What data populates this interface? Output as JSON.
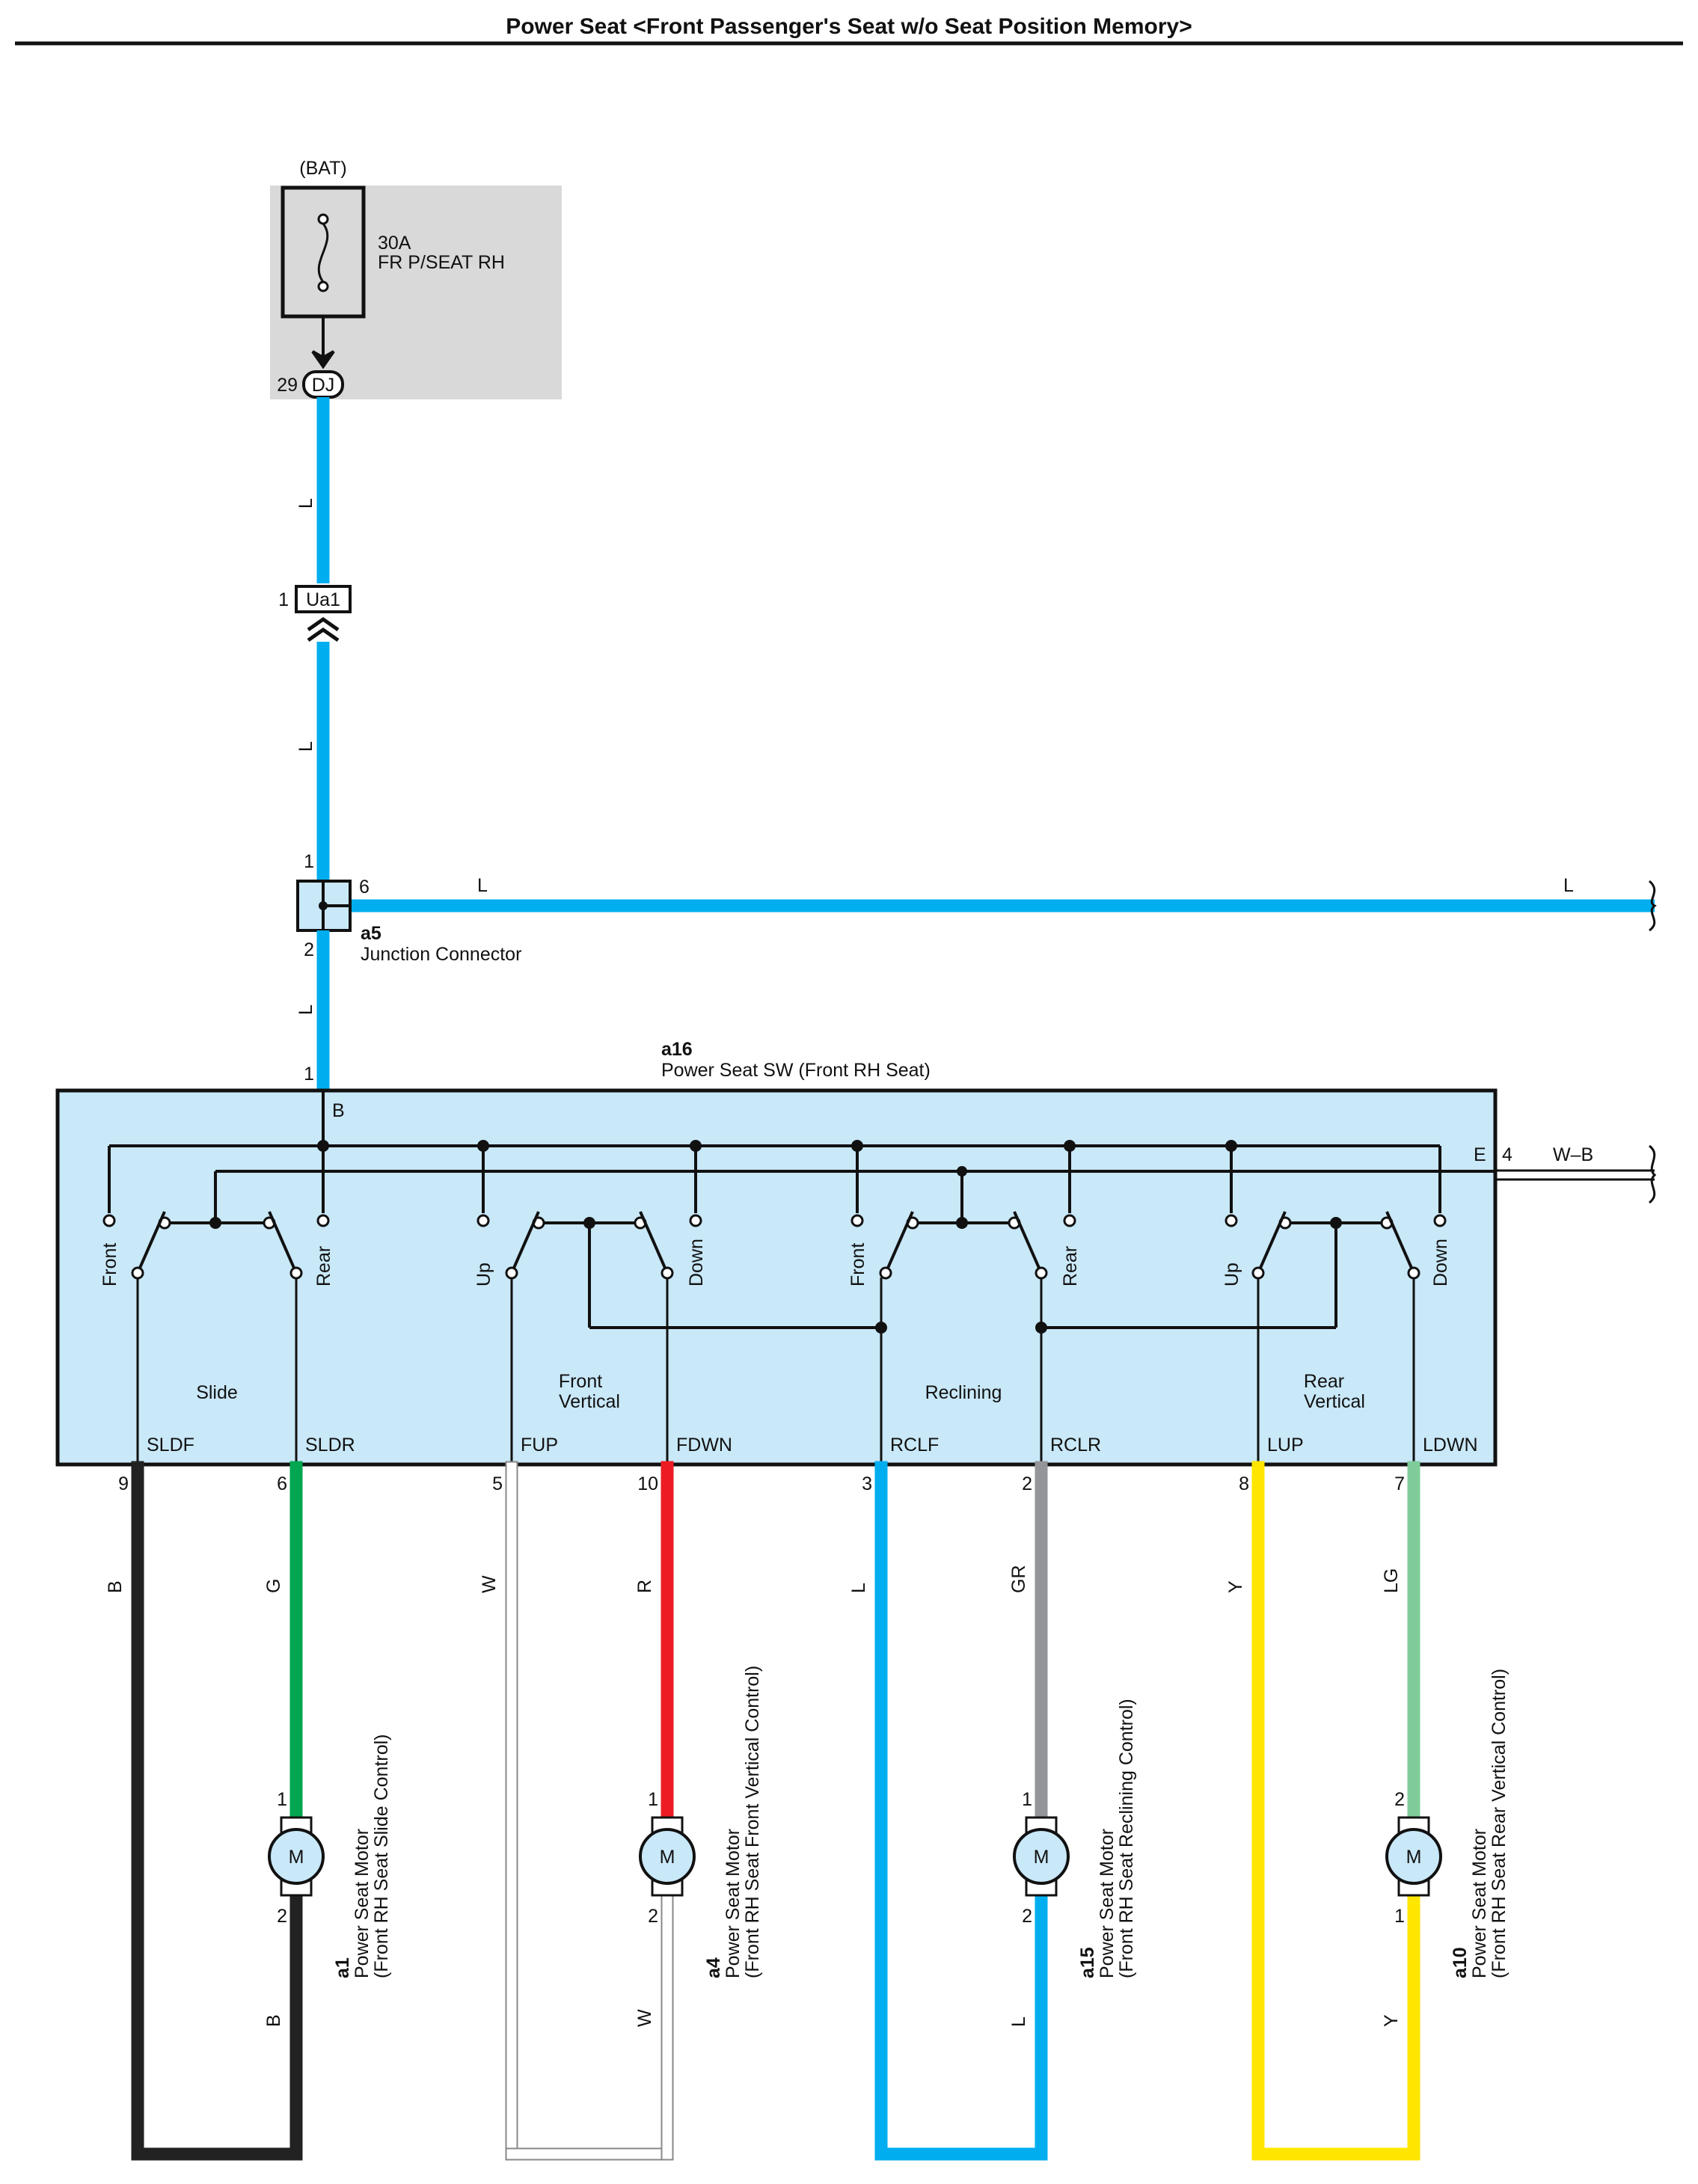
{
  "title": "Power Seat <Front Passenger's Seat w/o Seat Position Memory>",
  "colors": {
    "L": "#00aeef",
    "B": "#222222",
    "G": "#00a650",
    "W": "#ffffff",
    "R": "#ed1c24",
    "GR": "#939598",
    "Y": "#ffe600",
    "LG": "#7fcc9a",
    "box_fill": "#c9e8f8",
    "fuse_box": "#d9d9d9"
  },
  "fuse": {
    "source": "(BAT)",
    "rating": "30A",
    "name": "FR P/SEAT RH",
    "pin": "29",
    "connector": "DJ"
  },
  "inline_connector": {
    "pin": "1",
    "name": "Ua1"
  },
  "junction": {
    "code": "a5",
    "name": "Junction Connector",
    "pin_top": "1",
    "pin_bottom": "2",
    "pin_right": "6"
  },
  "wire_labels": {
    "feed": "L",
    "branch": "L"
  },
  "switch": {
    "code": "a16",
    "name": "Power Seat SW (Front RH Seat)",
    "pin_b": "1",
    "term_b": "B",
    "term_e": "E",
    "pin_e": "4",
    "ground_wire": "W–B",
    "sections": [
      {
        "name": "Slide",
        "left": "Front",
        "right": "Rear"
      },
      {
        "name": "Front\nVertical",
        "left": "Up",
        "right": "Down"
      },
      {
        "name": "Reclining",
        "left": "Front",
        "right": "Rear"
      },
      {
        "name": "Rear\nVertical",
        "left": "Up",
        "right": "Down"
      }
    ],
    "terminals": [
      {
        "name": "SLDF",
        "pin": "9",
        "wire": "B"
      },
      {
        "name": "SLDR",
        "pin": "6",
        "wire": "G"
      },
      {
        "name": "FUP",
        "pin": "5",
        "wire": "W"
      },
      {
        "name": "FDWN",
        "pin": "10",
        "wire": "R"
      },
      {
        "name": "RCLF",
        "pin": "3",
        "wire": "L"
      },
      {
        "name": "RCLR",
        "pin": "2",
        "wire": "GR"
      },
      {
        "name": "LUP",
        "pin": "8",
        "wire": "Y"
      },
      {
        "name": "LDWN",
        "pin": "7",
        "wire": "LG"
      }
    ]
  },
  "motors": [
    {
      "code": "a1",
      "name": "Power Seat Motor",
      "desc": "(Front RH Seat Slide Control)",
      "symbol": "M",
      "pin_top": "1",
      "pin_bottom": "2",
      "wire_bottom": "B"
    },
    {
      "code": "a4",
      "name": "Power Seat Motor",
      "desc": "(Front RH Seat Front Vertical Control)",
      "symbol": "M",
      "pin_top": "1",
      "pin_bottom": "2",
      "wire_bottom": "W"
    },
    {
      "code": "a15",
      "name": "Power Seat Motor",
      "desc": "(Front RH Seat Reclining Control)",
      "symbol": "M",
      "pin_top": "1",
      "pin_bottom": "2",
      "wire_bottom": "L"
    },
    {
      "code": "a10",
      "name": "Power Seat Motor",
      "desc": "(Front RH Seat Rear Vertical Control)",
      "symbol": "M",
      "pin_top": "2",
      "pin_bottom": "1",
      "wire_bottom": "Y"
    }
  ]
}
